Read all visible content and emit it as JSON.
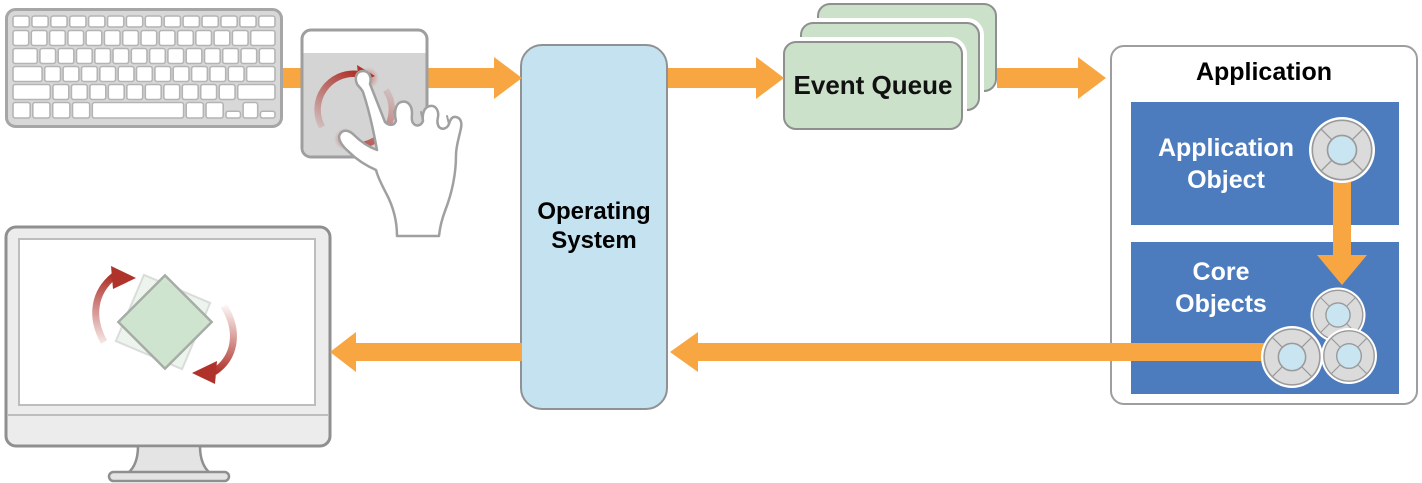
{
  "flow": {
    "os_box": {
      "label": "Operating System"
    },
    "event_queue": {
      "label": "Event Queue",
      "card_count": 3
    },
    "application": {
      "title": "Application",
      "application_object": {
        "label": "Application Object"
      },
      "core_objects": {
        "label": "Core Objects"
      }
    },
    "icons": {
      "input_device_1": "keyboard-icon",
      "input_device_2": "trackpad-rotate-gesture-icon",
      "output_device": "display-rotating-square-icon",
      "event_handler": "life-preserver-icon",
      "flow": "orange-flow-arrow-icon",
      "gesture": "red-rotation-arrow-icon"
    },
    "colors": {
      "arrow_orange": "#F7A642",
      "os_fill": "#C4E2F0",
      "queue_fill": "#CBE1C9",
      "object_blue": "#4C7CBE",
      "gesture_red": "#AF332B",
      "device_grey": "#D8D8D8"
    }
  }
}
